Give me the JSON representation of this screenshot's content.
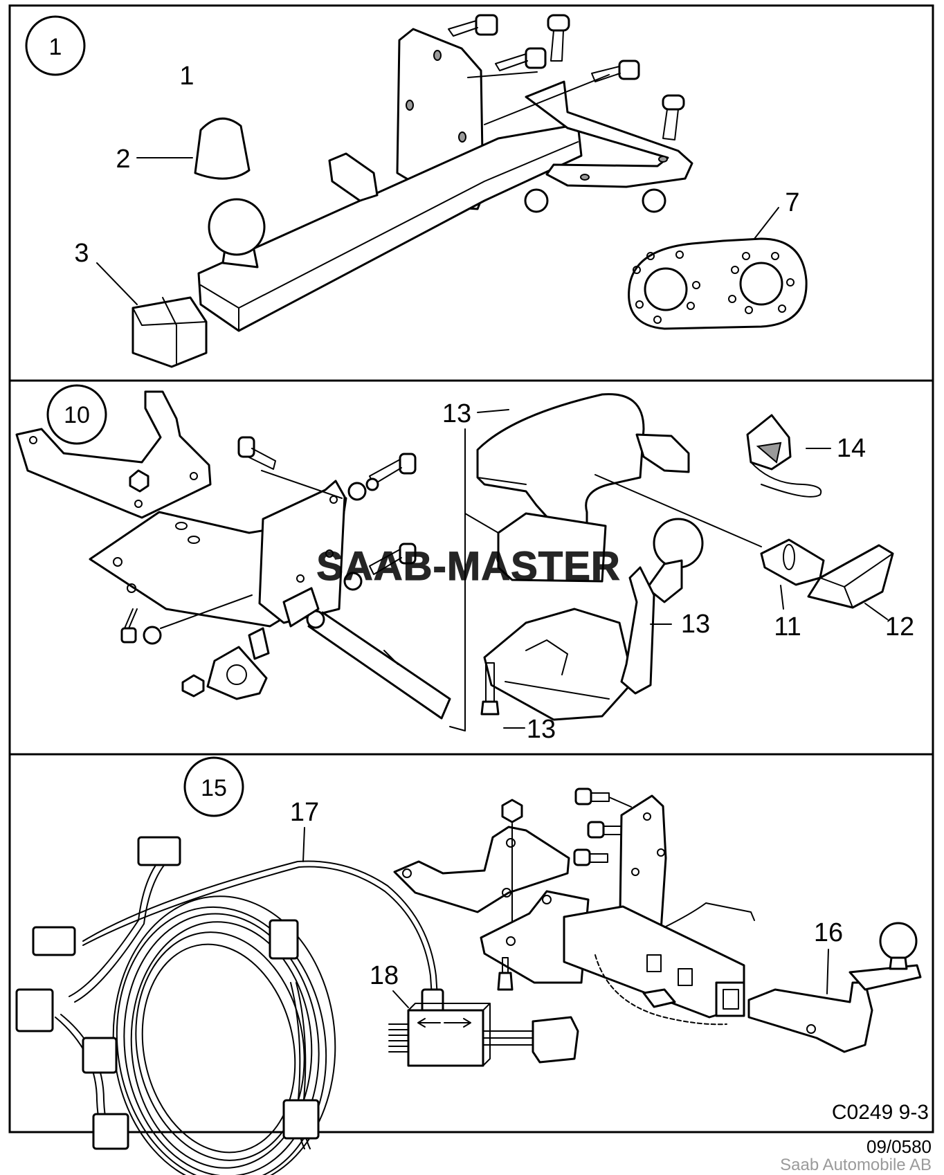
{
  "sections": [
    {
      "id": "1",
      "label": "1"
    },
    {
      "id": "10",
      "label": "10"
    },
    {
      "id": "15",
      "label": "15"
    }
  ],
  "callouts": {
    "c1": "1",
    "c2": "2",
    "c3": "3",
    "c7": "7",
    "c13a": "13",
    "c14": "14",
    "c13b": "13",
    "c11": "11",
    "c12": "12",
    "c13c": "13",
    "c17": "17",
    "c16": "16",
    "c18": "18"
  },
  "watermark": "SAAB-MASTER",
  "drawing_code": "C0249 9-3",
  "footer": {
    "doc_number": "09/0580",
    "company": "Saab Automobile AB"
  }
}
